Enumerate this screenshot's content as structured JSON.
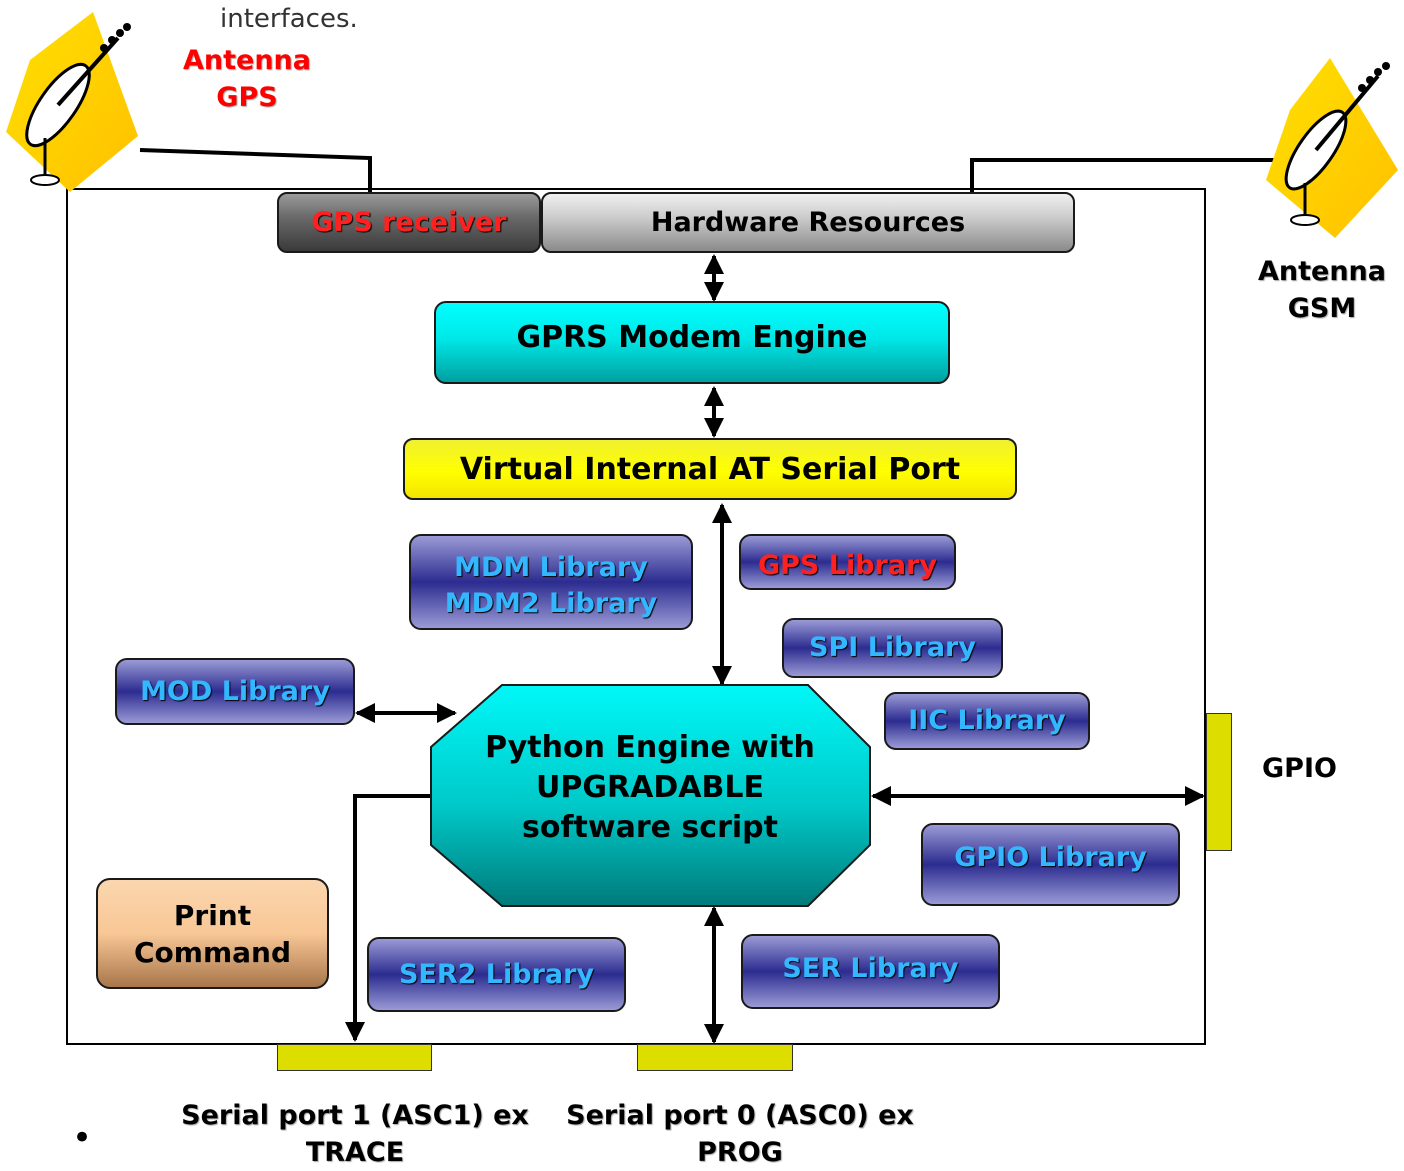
{
  "header_fragment": "interfaces.",
  "antenna_gps": {
    "line1": "Antenna",
    "line2": "GPS",
    "color": "#ff0000"
  },
  "antenna_gsm": {
    "line1": "Antenna",
    "line2": "GSM"
  },
  "gps_receiver": "GPS receiver",
  "hardware_resources": "Hardware Resources",
  "gprs_modem_engine": "GPRS Modem Engine",
  "virtual_at_port": "Virtual Internal AT Serial Port",
  "libraries": {
    "mdm": "MDM Library",
    "mdm2": "MDM2 Library",
    "gps": "GPS Library",
    "spi": "SPI Library",
    "iic": "IIC Library",
    "mod": "MOD Library",
    "gpio": "GPIO Library",
    "ser2": "SER2 Library",
    "ser": "SER Library"
  },
  "python_engine": {
    "line1": "Python Engine with",
    "line2": "UPGRADABLE",
    "line3": "software script"
  },
  "print_command": {
    "line1": "Print",
    "line2": "Command"
  },
  "gpio_label": "GPIO",
  "serial_port_1": {
    "line1": "Serial port 1 (ASC1) ex",
    "line2": "TRACE"
  },
  "serial_port_0": {
    "line1": "Serial port 0 (ASC0) ex",
    "line2": "PROG"
  },
  "bullet": "•",
  "colors": {
    "library_text": "#33b8ff",
    "gps_text": "#ff0000",
    "modem_cyan": "#00ffff",
    "at_port_yellow": "#ffff00",
    "print_tan": "#f8c796",
    "antenna_yellow": "#ffd000"
  }
}
